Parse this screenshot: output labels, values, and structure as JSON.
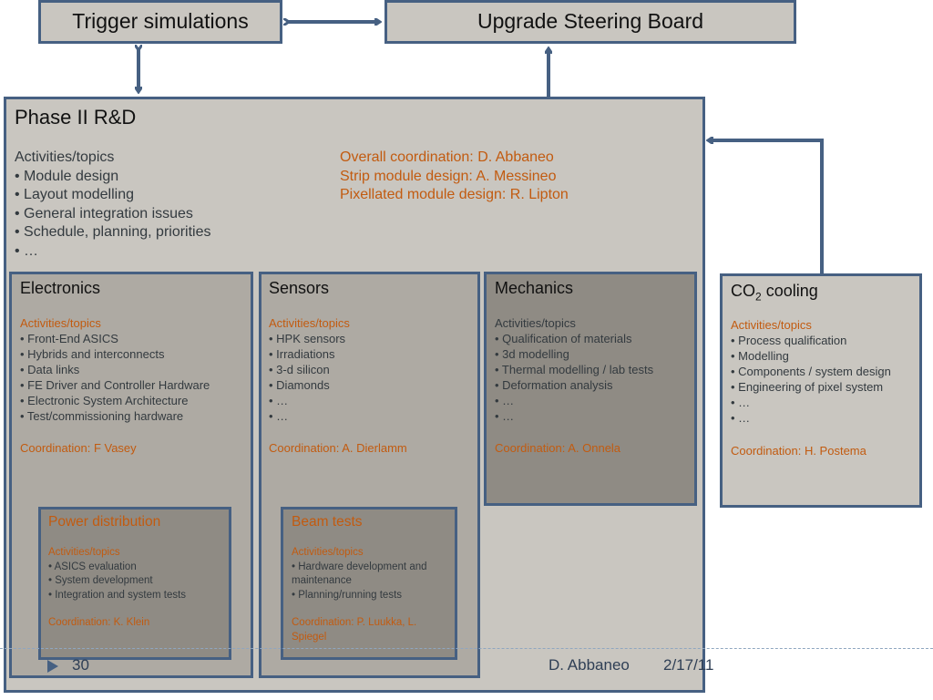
{
  "top": {
    "trigger": "Trigger simulations",
    "steering": "Upgrade Steering Board"
  },
  "phase": {
    "title": "Phase II R&D",
    "activities_heading": "Activities/topics",
    "activities": [
      "• Module design",
      "• Layout modelling",
      "• General integration issues",
      "• Schedule, planning, priorities",
      "• …"
    ],
    "coordination": [
      "Overall coordination: D. Abbaneo",
      "Strip module design: A. Messineo",
      "Pixellated module design: R. Lipton"
    ]
  },
  "electronics": {
    "title": "Electronics",
    "heading": "Activities/topics",
    "items": [
      "• Front-End ASICS",
      "• Hybrids and interconnects",
      "• Data links",
      "• FE Driver and Controller Hardware",
      "• Electronic System Architecture",
      "• Test/commissioning hardware"
    ],
    "coordination": "Coordination: F Vasey"
  },
  "sensors": {
    "title": "Sensors",
    "heading": "Activities/topics",
    "items": [
      "• HPK sensors",
      "• Irradiations",
      "• 3-d silicon",
      "• Diamonds",
      "• …",
      "• …"
    ],
    "coordination": "Coordination: A. Dierlamm"
  },
  "mechanics": {
    "title": "Mechanics",
    "heading": "Activities/topics",
    "items": [
      "• Qualification of materials",
      "• 3d modelling",
      "• Thermal modelling / lab tests",
      "• Deformation analysis",
      "• …",
      "• …"
    ],
    "coordination": "Coordination: A. Onnela"
  },
  "co2": {
    "title_main": "CO",
    "title_sub": "2",
    "title_rest": " cooling",
    "heading": "Activities/topics",
    "items": [
      "• Process qualification",
      "• Modelling",
      "• Components / system design",
      "• Engineering of pixel system",
      "• …",
      "• …"
    ],
    "coordination": "Coordination: H. Postema"
  },
  "power": {
    "title": "Power distribution",
    "heading": "Activities/topics",
    "items": [
      "• ASICS evaluation",
      "• System development",
      "• Integration and system tests"
    ],
    "coordination": "Coordination: K. Klein"
  },
  "beam": {
    "title": "Beam tests",
    "heading": "Activities/topics",
    "items": [
      "• Hardware development and",
      "maintenance",
      "• Planning/running tests"
    ],
    "coordination_l1": "Coordination: P. Luukka, L.",
    "coordination_l2": "Spiegel"
  },
  "footer": {
    "page": "30",
    "author": "D. Abbaneo",
    "date": "2/17/11"
  },
  "colors": {
    "border": "#466082",
    "accent": "#c25b10"
  }
}
